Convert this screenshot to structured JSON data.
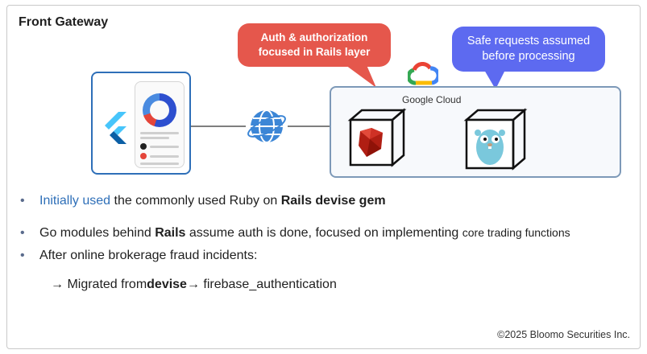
{
  "title": "Front Gateway",
  "diagram": {
    "bubble_auth": [
      "Auth & authorization",
      "focused in Rails layer"
    ],
    "bubble_safe": [
      "Safe requests assumed",
      "before processing"
    ],
    "cloud_label": "Google Cloud"
  },
  "bullets": [
    {
      "parts": [
        {
          "text": "Initially used",
          "style": "blue"
        },
        {
          "text": " the commonly used Ruby on ",
          "style": "normal"
        },
        {
          "text": "Rails devise gem",
          "style": "bold"
        }
      ]
    },
    {
      "parts": [
        {
          "text": "Go modules behind ",
          "style": "normal"
        },
        {
          "text": "Rails",
          "style": "bold"
        },
        {
          "text": " assume auth is done, focused on implementing ",
          "style": "normal"
        },
        {
          "text": "core trading functions",
          "style": "small"
        }
      ]
    },
    {
      "parts": [
        {
          "text": "After online brokerage fraud incidents:",
          "style": "normal"
        }
      ]
    },
    {
      "parts": [
        {
          "text": "→ Migrated from ",
          "style": "normal"
        },
        {
          "text": "devise",
          "style": "bold"
        },
        {
          "text": " → firebase_authentication",
          "style": "normal"
        }
      ]
    }
  ],
  "footer": "©2025 Bloomo Securities Inc.",
  "colors": {
    "accent_red": "#e5574c",
    "accent_blue": "#5d6af0",
    "frame_blue": "#2e6fb8"
  }
}
